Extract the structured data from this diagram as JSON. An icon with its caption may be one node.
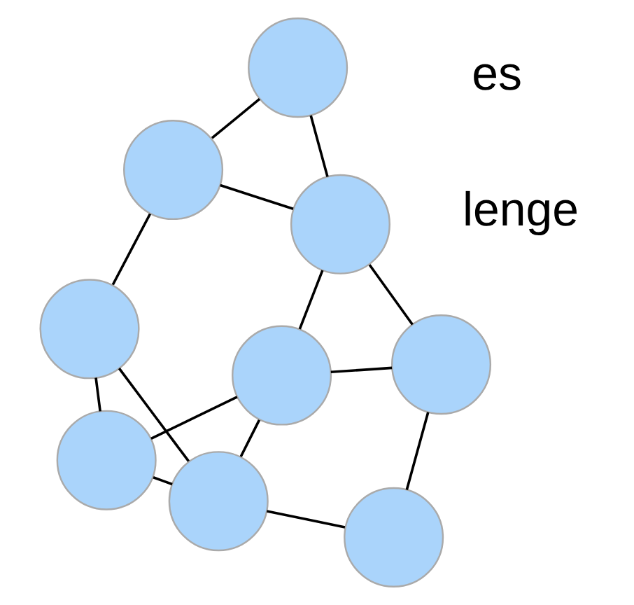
{
  "diagram": {
    "nodes": [
      {
        "text": [],
        "shape": "circle"
      },
      {
        "text": [],
        "shape": "circle"
      },
      {
        "text": [],
        "shape": "circle"
      },
      {
        "text": [],
        "shape": "circle"
      },
      {
        "text": [],
        "shape": "circle"
      },
      {
        "text": [],
        "shape": "circle"
      },
      {
        "text": [],
        "shape": "circle"
      },
      {
        "text": [],
        "shape": "circle"
      },
      {
        "text": [],
        "shape": "circle"
      }
    ],
    "edges": [
      {
        "from": 2,
        "to": 1,
        "arrow": "none"
      },
      {
        "from": 2,
        "to": 5,
        "arrow": "none"
      },
      {
        "from": 2,
        "to": 6,
        "arrow": "none"
      },
      {
        "from": 1,
        "to": 0,
        "arrow": "none"
      },
      {
        "from": 1,
        "to": 3,
        "arrow": "none"
      },
      {
        "from": 0,
        "to": 3,
        "arrow": "none"
      },
      {
        "from": 3,
        "to": 4,
        "arrow": "none"
      },
      {
        "from": 3,
        "to": 7,
        "arrow": "none"
      },
      {
        "from": 5,
        "to": 4,
        "arrow": "none"
      },
      {
        "from": 5,
        "to": 6,
        "arrow": "none"
      },
      {
        "from": 4,
        "to": 6,
        "arrow": "none"
      },
      {
        "from": 4,
        "to": 7,
        "arrow": "none"
      },
      {
        "from": 6,
        "to": 8,
        "arrow": "none"
      },
      {
        "from": 7,
        "to": 8,
        "arrow": "none"
      }
    ],
    "labels": [
      "lenge",
      "es"
    ]
  }
}
